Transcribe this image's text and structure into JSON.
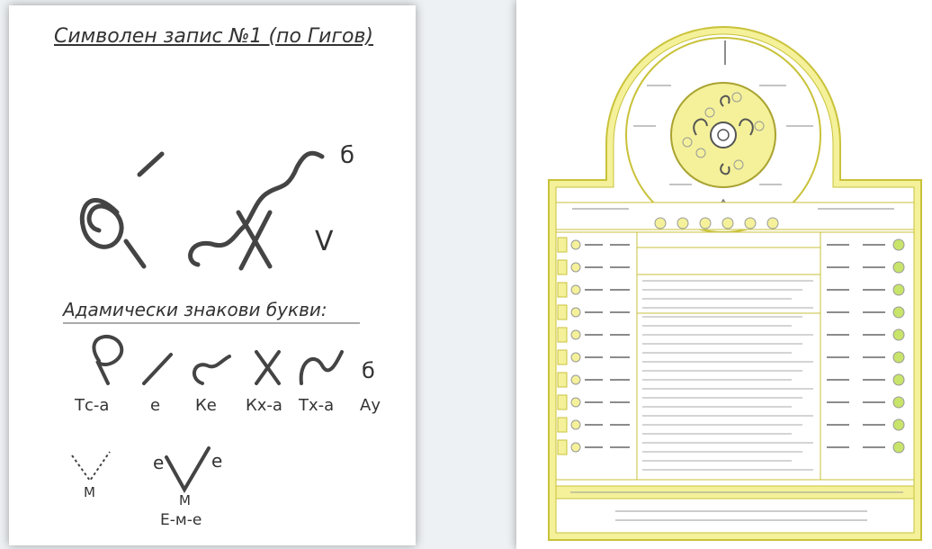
{
  "left_sheet": {
    "title": "Символен запис №1 (по Гигов)",
    "heading": "Адамически знакови букви:",
    "top_glyph_mark": "б",
    "top_glyph_letter": "V",
    "letters": [
      {
        "label": "Тс-а",
        "mark": ""
      },
      {
        "label": "е",
        "mark": ""
      },
      {
        "label": "Ке",
        "mark": ""
      },
      {
        "label": "Кх-а",
        "mark": ""
      },
      {
        "label": "Тх-а",
        "mark": ""
      },
      {
        "label": "Ау",
        "mark": "б"
      }
    ],
    "lower_left_label": "М",
    "lower_right": {
      "left": "е",
      "right": "е",
      "middle": "М",
      "caption": "Е-м-е"
    }
  },
  "right_sheet": {
    "colors": {
      "yellow": "#f4f19a",
      "border": "#c9c23a",
      "ink": "#555"
    }
  }
}
